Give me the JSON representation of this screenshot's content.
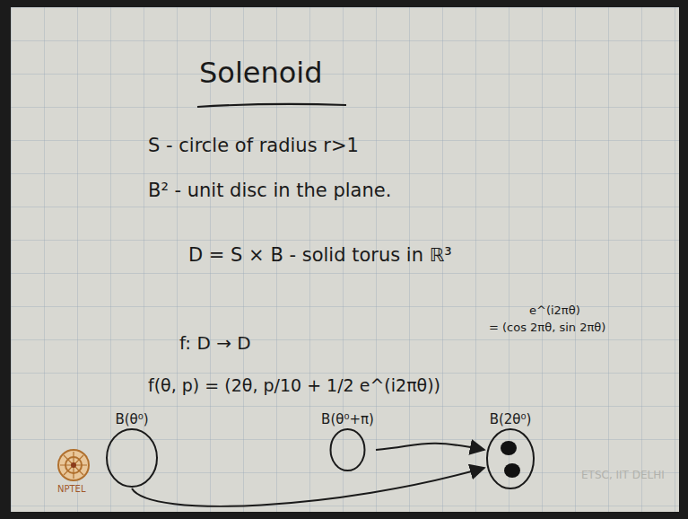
{
  "diagram": {
    "title": "Solenoid",
    "nodes": [
      {
        "text": [
          "B(θ⁰)"
        ]
      },
      {
        "text": [
          "B(θ⁰+π)"
        ]
      },
      {
        "text": [
          "B(2θ⁰)"
        ]
      }
    ],
    "edges": [
      {
        "from": 0,
        "to": 2,
        "arrow": "to"
      },
      {
        "from": 1,
        "to": 2,
        "arrow": "to"
      }
    ],
    "labels": [
      "S - circle of radius r>1",
      "B² - unit disc in the plane.",
      "D = S × B - solid torus in ℝ³",
      "f: D → D",
      "e^(i2πθ)",
      "= (cos 2πθ, sin 2πθ)",
      "f(θ, p) = (2θ, p/10 + 1/2 e^(i2πθ))",
      "ETSC, IIT DELHI",
      "NPTEL"
    ]
  }
}
